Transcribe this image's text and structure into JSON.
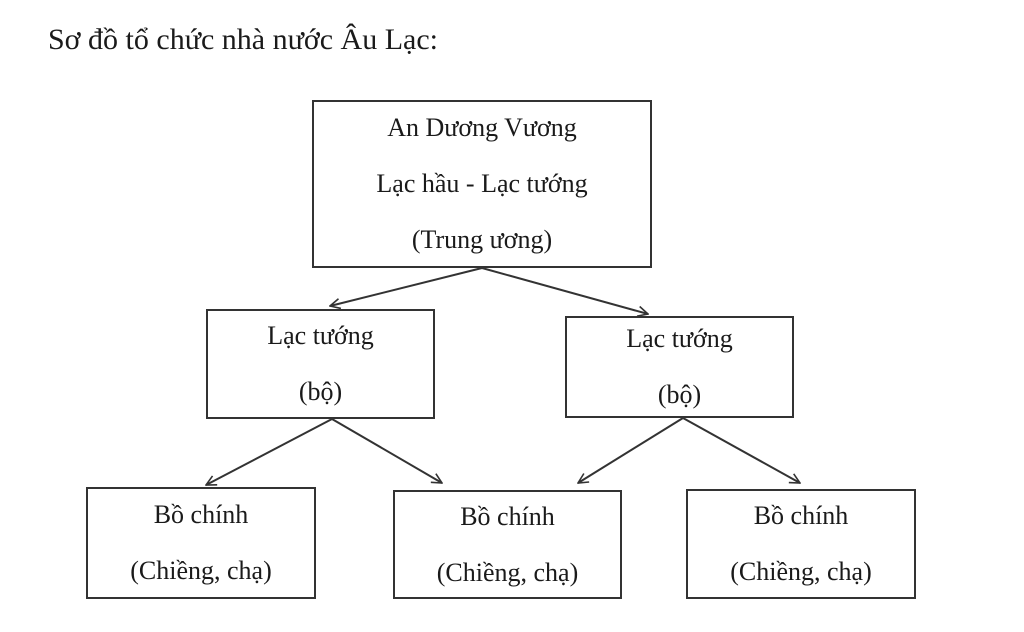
{
  "heading": "Sơ đồ tổ chức nhà nước Âu Lạc:",
  "root": {
    "line1": "An Dương Vương",
    "line2": "Lạc hầu - Lạc tướng",
    "line3": "(Trung ương)"
  },
  "mid": [
    {
      "line1": "Lạc tướng",
      "line2": "(bộ)"
    },
    {
      "line1": "Lạc tướng",
      "line2": "(bộ)"
    }
  ],
  "leaves": [
    {
      "line1": "Bồ chính",
      "line2": "(Chiềng, chạ)"
    },
    {
      "line1": "Bồ chính",
      "line2": "(Chiềng, chạ)"
    },
    {
      "line1": "Bồ chính",
      "line2": "(Chiềng, chạ)"
    }
  ]
}
